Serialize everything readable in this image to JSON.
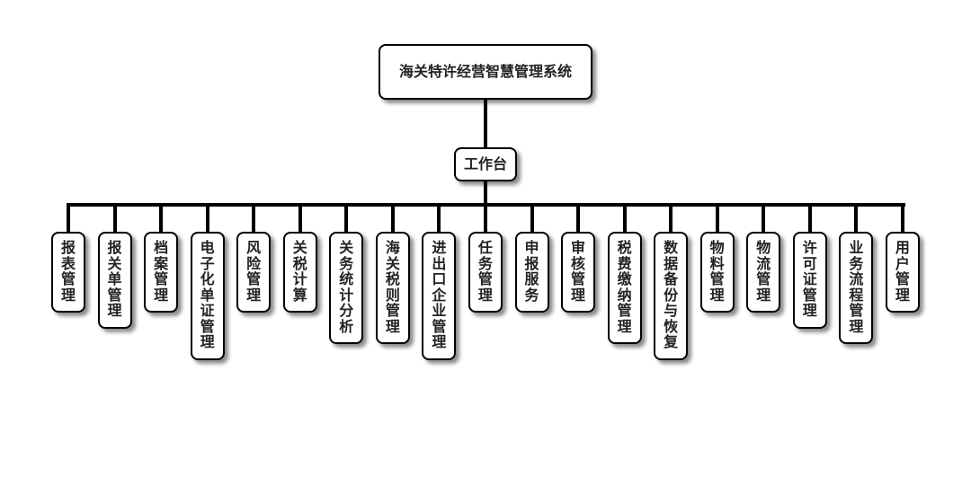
{
  "root": {
    "label": "海关特许经营智慧管理系统"
  },
  "hub": {
    "label": "工作台"
  },
  "modules": [
    "报表管理",
    "报关单管理",
    "档案管理",
    "电子化单证管理",
    "风险管理",
    "关税计算",
    "关务统计分析",
    "海关税则管理",
    "进出口企业管理",
    "任务管理",
    "申报服务",
    "审核管理",
    "税费缴纳管理",
    "数据备份与恢复",
    "物料管理",
    "物流管理",
    "许可证管理",
    "业务流程管理",
    "用户管理"
  ]
}
